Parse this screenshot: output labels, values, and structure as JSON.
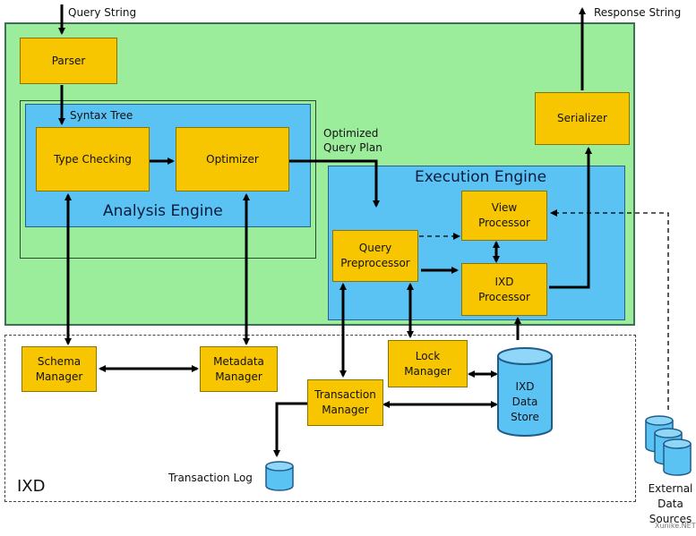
{
  "inputs": {
    "query_string": "Query String",
    "response_string": "Response String"
  },
  "labels": {
    "syntax_tree": "Syntax Tree",
    "optimized_plan": "Optimized\nQuery Plan",
    "transaction_log": "Transaction Log",
    "ixd": "IXD",
    "external_sources": "External\nData\nSources",
    "watermark": "Xunike.NET"
  },
  "engines": {
    "analysis": "Analysis Engine",
    "execution": "Execution Engine"
  },
  "components": {
    "parser": "Parser",
    "type_checking": "Type Checking",
    "optimizer": "Optimizer",
    "serializer": "Serializer",
    "view_processor": "View\nProcessor",
    "query_preprocessor": "Query\nPreprocessor",
    "ixd_processor": "IXD\nProcessor",
    "schema_manager": "Schema\nManager",
    "metadata_manager": "Metadata\nManager",
    "lock_manager": "Lock\nManager",
    "transaction_manager": "Transaction\nManager",
    "ixd_data_store": "IXD\nData\nStore"
  },
  "colors": {
    "outer_green": "#9bed9b",
    "engine_blue": "#5bc2f4",
    "component_yellow": "#f7c600",
    "cylinder_blue": "#5bc2f4"
  }
}
